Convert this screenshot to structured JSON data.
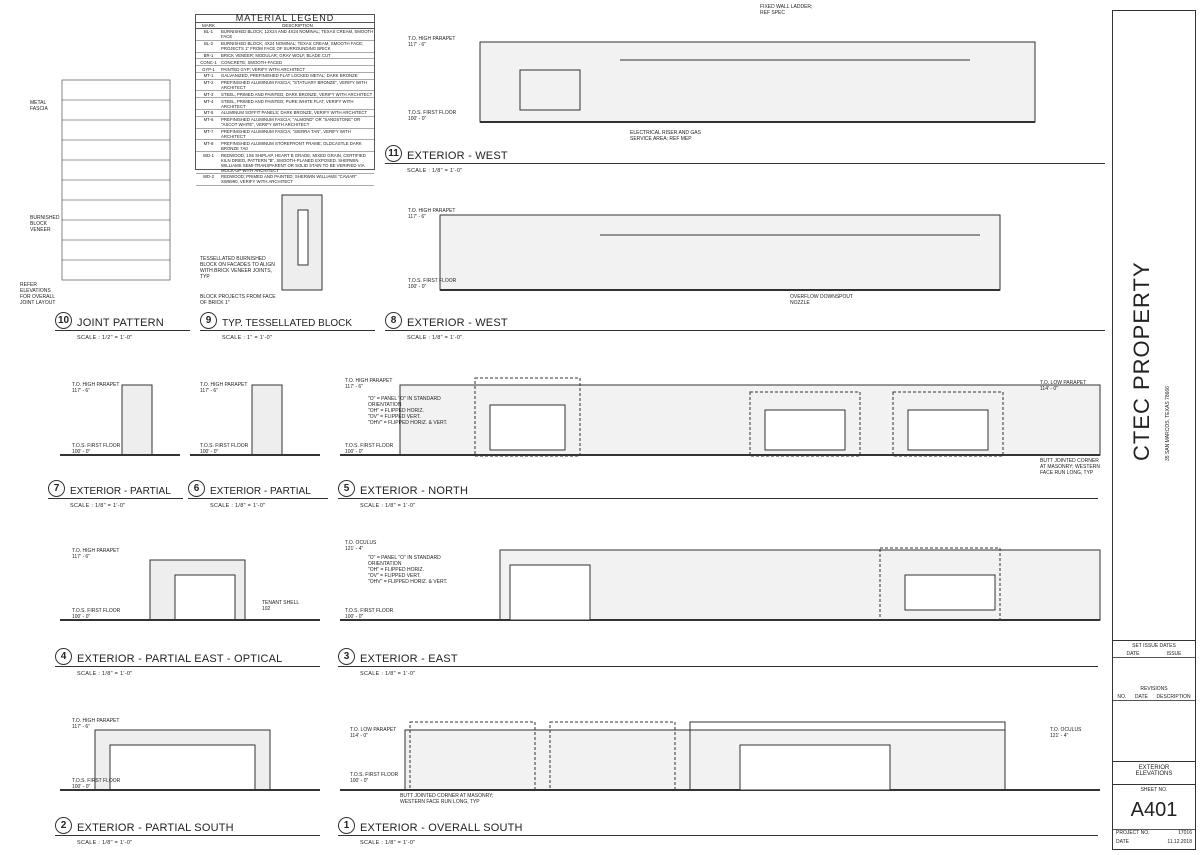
{
  "legend": {
    "title": "MATERIAL LEGEND",
    "col_mark": "MARK",
    "col_desc": "DESCRIPTION",
    "items": [
      {
        "mark": "BL-1",
        "desc": "BURNISHED BLOCK; 12X24 AND 4X24 NOMINAL; TEXAS CREAM, SMOOTH FACE"
      },
      {
        "mark": "BL-2",
        "desc": "BURNISHED BLOCK; 4X24 NOMINAL; TEXAS CREAM, SMOOTH FACE; PROJECTS 1\" FROM FACE OF SURROUNDING BRICK"
      },
      {
        "mark": "BR-1",
        "desc": "BRICK VENEER; MODULAR; GRAY WOLF, BLADE CUT"
      },
      {
        "mark": "CONC-1",
        "desc": "CONCRETE; SMOOTH-FACED"
      },
      {
        "mark": "GYP-1",
        "desc": "PAINTED GYP; VERIFY WITH ARCHITECT"
      },
      {
        "mark": "MT-1",
        "desc": "GALVANIZED, PREFINISHED FLAT LOCKED METAL; DARK BRONZE"
      },
      {
        "mark": "MT-2",
        "desc": "PREFINISHED ALUMINUM FASCIA; \"STATUARY BRONZE\", VERIFY WITH ARCHITECT"
      },
      {
        "mark": "MT-3",
        "desc": "STEEL, PRIMED AND PAINTED; DARK BRONZE, VERIFY WITH ARCHITECT"
      },
      {
        "mark": "MT-4",
        "desc": "STEEL, PRIMED AND PAINTED; PURE WHITE FLAT, VERIFY WITH ARCHITECT"
      },
      {
        "mark": "MT-5",
        "desc": "ALUMINUM SOFFIT PANELS; DARK BRONZE, VERIFY WITH ARCHITECT"
      },
      {
        "mark": "MT-6",
        "desc": "PREFINISHED ALUMINUM FASCIA; \"ALMOND\" OR \"SANDSTONE\" OR \"ASCOT WHITE\", VERIFY WITH ARCHITECT"
      },
      {
        "mark": "MT-7",
        "desc": "PREFINISHED ALUMINUM FASCIA; \"SIERRA TAN\", VERIFY WITH ARCHITECT"
      },
      {
        "mark": "MT-8",
        "desc": "PREFINISHED ALUMINUM STOREFRONT FRAME; OLDCASTLE DARK BRONZE 7A0"
      },
      {
        "mark": "WD-1",
        "desc": "REDWOOD; 1X6 SHIPLAP, HEART B GRADE, MIXED GRAIN, CERTIFIED KILN DRIED, PATTERN \"B\", SMOOTH-PLANED EXPOSED. SHERWIN WILLIAMS SEMI-TRANSPARENT OR SOLID STAIN TO BE VERIFIED VIA MOCK-UP WITH ARCHITECT"
      },
      {
        "mark": "WD-2",
        "desc": "REDWOOD; PRIMED AND PAINTED; SHERWIN WILLIAMS \"CAVIAR\" SW6990, VERIFY WITH ARCHITECT"
      }
    ]
  },
  "drawings": [
    {
      "id": "d11",
      "num": "11",
      "title": "EXTERIOR - WEST",
      "scale": "SCALE : 1/8\" = 1'-0\""
    },
    {
      "id": "d8",
      "num": "8",
      "title": "EXTERIOR - WEST",
      "scale": "SCALE : 1/8\" = 1'-0\""
    },
    {
      "id": "d10",
      "num": "10",
      "title": "JOINT PATTERN",
      "scale": "SCALE : 1/2\" = 1'-0\""
    },
    {
      "id": "d9",
      "num": "9",
      "title": "TYP. TESSELLATED BLOCK",
      "scale": "SCALE : 1\" = 1'-0\""
    },
    {
      "id": "d7",
      "num": "7",
      "title": "EXTERIOR - PARTIAL",
      "scale": "SCALE : 1/8\" = 1'-0\""
    },
    {
      "id": "d6",
      "num": "6",
      "title": "EXTERIOR - PARTIAL",
      "scale": "SCALE : 1/8\" = 1'-0\""
    },
    {
      "id": "d5",
      "num": "5",
      "title": "EXTERIOR - NORTH",
      "scale": "SCALE : 1/8\" = 1'-0\""
    },
    {
      "id": "d4",
      "num": "4",
      "title": "EXTERIOR - PARTIAL EAST - OPTICAL",
      "scale": "SCALE : 1/8\" = 1'-0\""
    },
    {
      "id": "d3",
      "num": "3",
      "title": "EXTERIOR - EAST",
      "scale": "SCALE : 1/8\" = 1'-0\""
    },
    {
      "id": "d2",
      "num": "2",
      "title": "EXTERIOR - PARTIAL SOUTH",
      "scale": "SCALE : 1/8\" = 1'-0\""
    },
    {
      "id": "d1",
      "num": "1",
      "title": "EXTERIOR - OVERALL SOUTH",
      "scale": "SCALE : 1/8\" = 1'-0\""
    }
  ],
  "levels": {
    "high": "T.O. HIGH PARAPET\n117' - 6\"",
    "low": "T.O. LOW PARAPET\n114' - 0\"",
    "floor": "T.O.S. FIRST FLOOR\n100' - 0\"",
    "oculus": "T.O. OCULUS\n121' - 4\""
  },
  "notes": {
    "ladder": "FIXED WALL LADDER; REF SPEC",
    "riser": "ELECTRICAL RISER AND GAS SERVICE AREA; REF MEP",
    "overflow": "OVERFLOW DOWNSPOUT NOZZLE",
    "butt": "BUTT JOINTED CORNER AT MASONRY; WESTERN FACE RUN LONG, TYP",
    "tenant": "TENANT SHELL 102",
    "metal_fascia": "METAL FASCIA",
    "burnished": "BURNISHED BLOCK VENEER",
    "refer": "REFER ELEVATIONS FOR OVERALL JOINT LAYOUT",
    "tess1": "TESSELLATED BURNISHED BLOCK ON FACADES TO ALIGN WITH BRICK VENEER JOINTS, TYP",
    "tess2": "BLOCK PROJECTS FROM FACE OF BRICK 1\"",
    "panel": "\"O\" = PANEL \"O\" IN STANDARD ORIENTATION\n\"OH\" = FLIPPED HORIZ.\n\"OV\" = FLIPPED VERT.\n\"OHV\" = FLIPPED HORIZ. & VERT."
  },
  "title_block": {
    "project": "CTEC PROPERTY",
    "address": "35 SAN MARCOS, TEXAS 78666",
    "set_issue": "SET ISSUE DATES",
    "date": "DATE",
    "issue": "ISSUE",
    "revisions": "REVISIONS",
    "no": "NO.",
    "rev_date": "DATE",
    "description": "DESCRIPTION",
    "sheet_title": "EXTERIOR ELEVATIONS",
    "sheet_no_label": "SHEET NO.",
    "sheet_no": "A401",
    "project_no_label": "PROJECT NO.",
    "project_no": "17016",
    "date_label": "DATE",
    "date_value": "11.12.2018"
  }
}
